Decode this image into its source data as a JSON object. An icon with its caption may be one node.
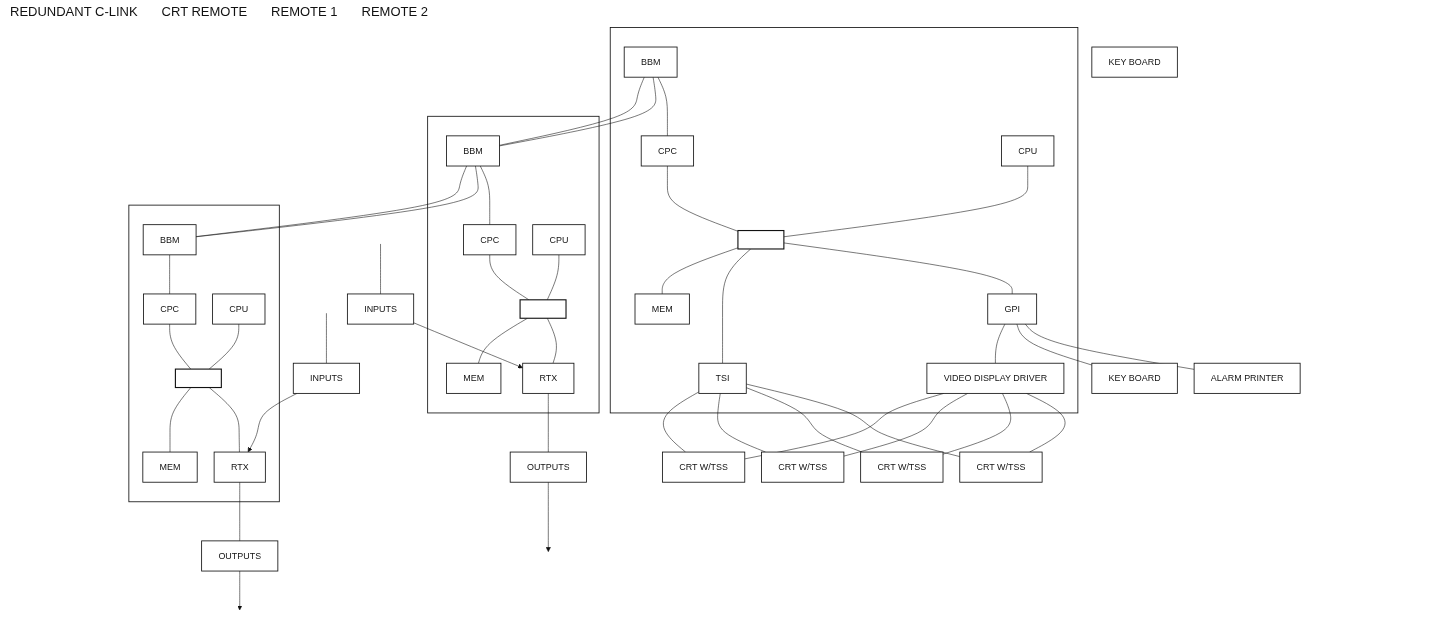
{
  "diagram": {
    "nodes": [
      {
        "text": [],
        "shape": "box"
      },
      {
        "text": [
          "BBM"
        ],
        "in": 0
      },
      {
        "text": [
          "CPC"
        ],
        "in": 0
      },
      {
        "text": [
          "CPU"
        ],
        "in": 0
      },
      {
        "text": [],
        "shape": "bar",
        "in": 0
      },
      {
        "text": [
          "MEM"
        ],
        "in": 0
      },
      {
        "text": [
          "TSI"
        ],
        "in": 0
      },
      {
        "text": [
          "GPI"
        ],
        "in": 0
      },
      {
        "text": [
          "VIDEO DISPLAY DRIVER"
        ],
        "in": 0
      },
      {
        "text": [],
        "shape": "box"
      },
      {
        "text": [
          "BBM"
        ],
        "in": 9
      },
      {
        "text": [
          "CPC"
        ],
        "in": 9
      },
      {
        "text": [
          "CPU"
        ],
        "in": 9
      },
      {
        "text": [],
        "shape": "bar",
        "in": 9
      },
      {
        "text": [
          "MEM"
        ],
        "in": 9
      },
      {
        "text": [
          "RTX"
        ],
        "in": 9
      },
      {
        "text": [
          "INPUTS"
        ]
      },
      {
        "text": [
          "OUTPUTS"
        ]
      },
      {
        "text": [],
        "shape": "box"
      },
      {
        "text": [
          "BBM"
        ],
        "in": 18
      },
      {
        "text": [
          "CPC"
        ],
        "in": 18
      },
      {
        "text": [
          "CPU"
        ],
        "in": 18
      },
      {
        "text": [],
        "shape": "bar",
        "in": 18
      },
      {
        "text": [
          "MEM"
        ],
        "in": 18
      },
      {
        "text": [
          "RTX"
        ],
        "in": 18
      },
      {
        "text": [
          "INPUTS"
        ]
      },
      {
        "text": [
          "OUTPUTS"
        ]
      },
      {
        "text": [
          "CRT W/TSS"
        ]
      },
      {
        "text": [
          "CRT W/TSS"
        ]
      },
      {
        "text": [
          "CRT W/TSS"
        ]
      },
      {
        "text": [
          "CRT W/TSS"
        ]
      },
      {
        "text": [
          "KEY BOARD"
        ]
      },
      {
        "text": [
          "KEY BOARD"
        ]
      },
      {
        "text": [
          "ALARM PRINTER"
        ]
      }
    ],
    "edges": [
      {
        "from": 1,
        "to": 10,
        "arrow": "none"
      },
      {
        "from": 10,
        "to": 19,
        "arrow": "none"
      },
      {
        "from": 1,
        "to": 10,
        "arrow": "none"
      },
      {
        "from": 10,
        "to": 19,
        "arrow": "none"
      },
      {
        "from": 1,
        "to": 2,
        "arrow": "none"
      },
      {
        "from": 2,
        "to": 4,
        "arrow": "none"
      },
      {
        "from": 3,
        "to": 4,
        "arrow": "none"
      },
      {
        "from": 4,
        "to": 5,
        "arrow": "none"
      },
      {
        "from": 4,
        "to": 6,
        "arrow": "none"
      },
      {
        "from": 4,
        "to": 7,
        "arrow": "none"
      },
      {
        "from": 7,
        "to": 8,
        "arrow": "none"
      },
      {
        "from": 6,
        "to": 27,
        "arrow": "none"
      },
      {
        "from": 6,
        "to": 28,
        "arrow": "none"
      },
      {
        "from": 6,
        "to": 29,
        "arrow": "none"
      },
      {
        "from": 6,
        "to": 30,
        "arrow": "none"
      },
      {
        "from": 8,
        "to": 27,
        "arrow": "none"
      },
      {
        "from": 8,
        "to": 28,
        "arrow": "none"
      },
      {
        "from": 8,
        "to": 29,
        "arrow": "none"
      },
      {
        "from": 8,
        "to": 30,
        "arrow": "none"
      },
      {
        "from": 7,
        "to": 32,
        "arrow": "none"
      },
      {
        "from": 7,
        "to": 33,
        "arrow": "none"
      },
      {
        "from": 10,
        "to": 11,
        "arrow": "none"
      },
      {
        "from": 11,
        "to": 13,
        "arrow": "none"
      },
      {
        "from": 12,
        "to": 13,
        "arrow": "none"
      },
      {
        "from": 13,
        "to": 14,
        "arrow": "none"
      },
      {
        "from": 13,
        "to": 15,
        "arrow": "none"
      },
      {
        "from": null,
        "to": 16,
        "arrow": "none"
      },
      {
        "from": 16,
        "to": 15,
        "arrow": "to"
      },
      {
        "from": 15,
        "to": 17,
        "arrow": "none"
      },
      {
        "from": 17,
        "to": null,
        "arrow": "to"
      },
      {
        "from": 19,
        "to": 20,
        "arrow": "none"
      },
      {
        "from": 20,
        "to": 22,
        "arrow": "none"
      },
      {
        "from": 21,
        "to": 22,
        "arrow": "none"
      },
      {
        "from": 22,
        "to": 23,
        "arrow": "none"
      },
      {
        "from": 22,
        "to": 24,
        "arrow": "none"
      },
      {
        "from": null,
        "to": 25,
        "arrow": "none"
      },
      {
        "from": 25,
        "to": 24,
        "arrow": "to"
      },
      {
        "from": 24,
        "to": 26,
        "arrow": "none"
      },
      {
        "from": 26,
        "to": null,
        "arrow": "to"
      }
    ],
    "labels": [
      "REDUNDANT C-LINK",
      "CRT REMOTE",
      "REMOTE 1",
      "REMOTE 2"
    ]
  }
}
